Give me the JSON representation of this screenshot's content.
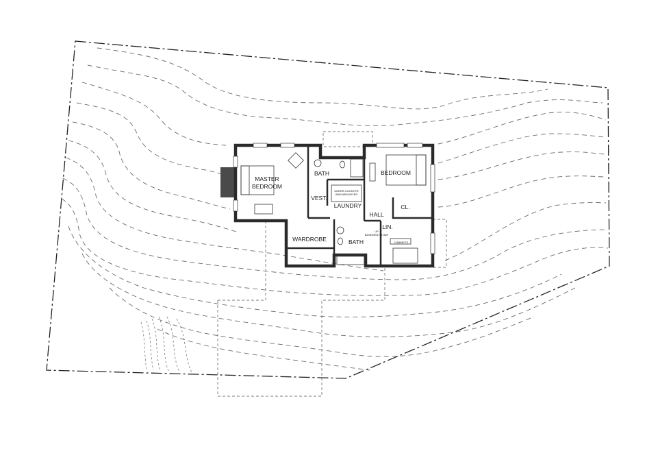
{
  "rooms": {
    "master_bedroom": [
      "MASTER",
      "BEDROOM"
    ],
    "bath_upper": "BATH",
    "bedroom": "BEDROOM",
    "vest": "VEST.",
    "laundry": "LAUNDRY",
    "hall": "HALL",
    "closet": "CL.",
    "linen": "LIN.",
    "wardrobe": "WARDROBE",
    "bath_lower": "BATH"
  },
  "notes": {
    "appliance": [
      "UNDER-COUNTER",
      "WASHER/DRYER"
    ],
    "stair": [
      "UP",
      "BASEMENT/STAIR"
    ],
    "cabinets": "CABINETS"
  },
  "colors": {
    "wall": "#2a2a2a",
    "contour": "#6a6a6a",
    "chimney": "#4a4a4a"
  }
}
